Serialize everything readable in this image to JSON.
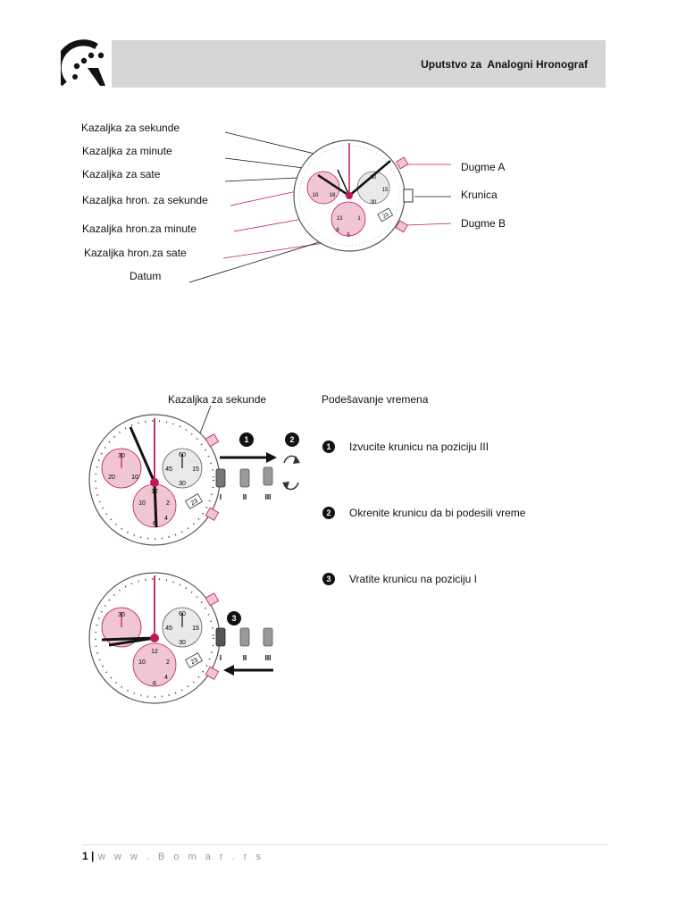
{
  "header": {
    "title": "Uputstvo za  Analogni Hronograf",
    "logo_icon": "bomar-logo"
  },
  "diagram1": {
    "labels_left": [
      "Kazaljka za sekunde",
      "Kazaljka za minute",
      "Kazaljka za sate",
      "Kazaljka hron. za sekunde",
      "Kazaljka hron.za minute",
      "Kazaljka hron.za sate",
      "Datum"
    ],
    "labels_right": [
      "Dugme A",
      "Krunica",
      "Dugme B"
    ],
    "dial": {
      "right_sub": [
        "60",
        "15",
        "30"
      ],
      "left_sub": [
        "10",
        "18"
      ],
      "bottom_sub": [
        "13",
        "1",
        "8",
        "5"
      ],
      "date": "23"
    }
  },
  "section2": {
    "left_label": "Kazaljka za sekunde",
    "title": "Podešavanje vremena",
    "steps": [
      {
        "num": "1",
        "text": "Izvucite krunicu na poziciju III"
      },
      {
        "num": "2",
        "text": "Okrenite krunicu da bi podesili vreme"
      },
      {
        "num": "3",
        "text": "Vratite krunicu na poziciju I"
      }
    ],
    "watch": {
      "right_sub": [
        "60",
        "45",
        "15",
        "30"
      ],
      "left_sub": [
        "30",
        "20",
        "10"
      ],
      "bottom_sub": [
        "12",
        "10",
        "2",
        "6",
        "4"
      ],
      "date": "23",
      "positions": [
        "I",
        "II",
        "III"
      ],
      "badges": [
        "1",
        "2",
        "3"
      ]
    }
  },
  "footer": {
    "page": "1 |",
    "url": "w w w . B o m a r . r s"
  },
  "colors": {
    "accent": "#c2185b",
    "pink_fill": "#f0c6d3",
    "header_bg": "#d6d6d6"
  }
}
